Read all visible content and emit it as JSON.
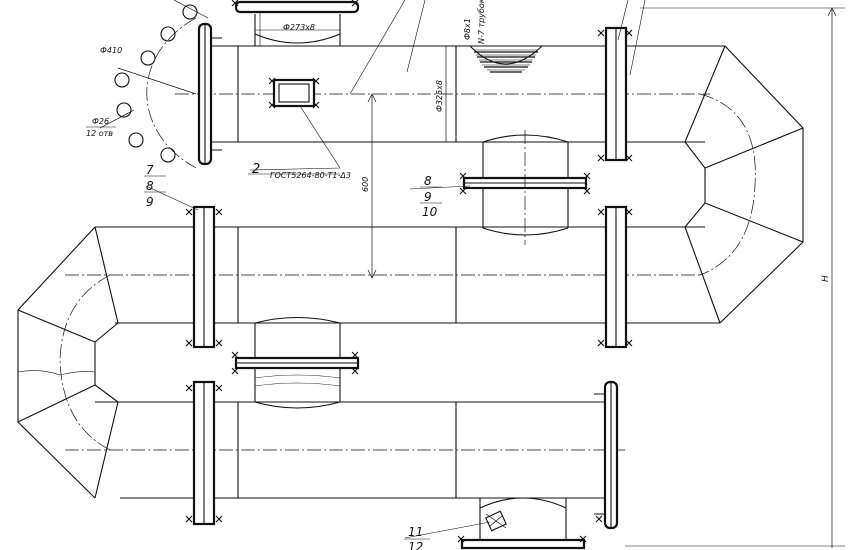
{
  "labels": {
    "d410": "Ф410",
    "d26": "Ф26",
    "holes": "12 отв",
    "d273": "Ф273х8",
    "d325": "Ф325х8",
    "d1": "Ф8х1",
    "n_tubes": "N-7 трубок",
    "gost": "ГОСТ5264-80-Т1-Δ3",
    "dim600": "600",
    "dimH": "H"
  },
  "callouts": {
    "c1": {
      "a": "7",
      "b": "8",
      "c": "9"
    },
    "c2": {
      "a": "8",
      "b": "9",
      "c": "10"
    },
    "c3": {
      "a": "11",
      "b": "12"
    },
    "nozzle": "2"
  }
}
